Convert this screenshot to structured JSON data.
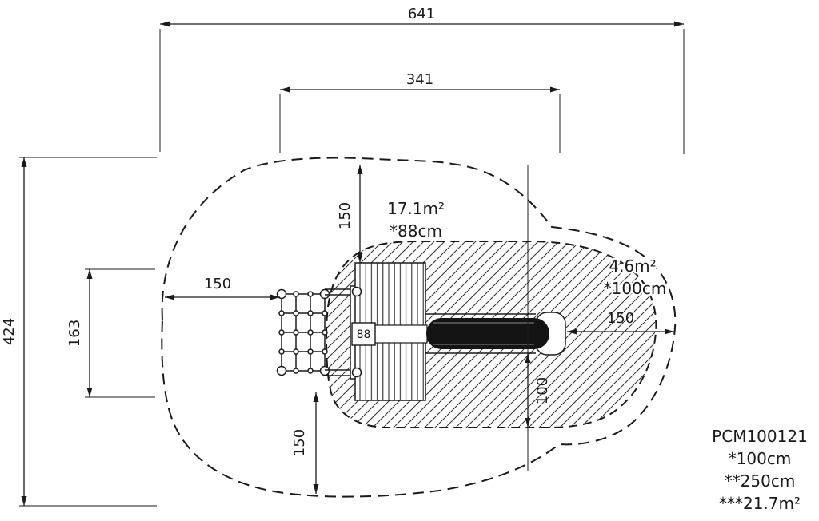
{
  "drawing": {
    "dimensions": {
      "overall_width": "641",
      "equipment_width": "341",
      "overall_depth": "424",
      "equipment_depth": "163",
      "clearance_left": "150",
      "clearance_top": "150",
      "clearance_right": "150",
      "clearance_bottom": "150",
      "clearance_slide": "100"
    },
    "zones": {
      "main": {
        "area": "17.1m²",
        "fall_height": "*88cm"
      },
      "slide": {
        "area": "4.6m²",
        "fall_height": "*100cm"
      }
    },
    "equipment": {
      "platform_height_label": "88"
    },
    "legend": {
      "product_code": "PCM100121",
      "note_fall_height": "*100cm",
      "note_equipment_height": "**250cm",
      "note_total_area": "***21.7m²"
    },
    "colors": {
      "ink": "#1a1a1a",
      "background": "#ffffff"
    }
  }
}
